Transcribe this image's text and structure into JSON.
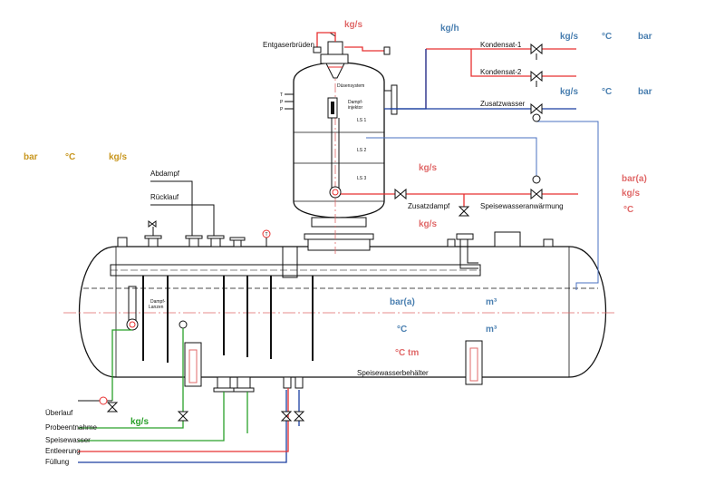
{
  "colors": {
    "steam": "#e83030",
    "feedwater": "#1a3fa0",
    "drain": "#2aa02a",
    "blue_unit": "#4a7fb0",
    "red_unit": "#e06868",
    "orange_unit": "#c8961e",
    "control": "#4a70c0",
    "line": "#111111"
  },
  "labels": {
    "entgaserbruden": "Entgaserbrüden",
    "kondensat1": "Kondensat-1",
    "kondensat2": "Kondensat-2",
    "zusatzwasser": "Zusatzwasser",
    "abdampf": "Abdampf",
    "rucklauf": "Rücklauf",
    "zusatzdampf": "Zusatzdampf",
    "speisewasseranwarmung": "Speisewasseranwärmung",
    "speisewasserbehalter": "Speisewasserbehälter",
    "uberlauf": "Überlauf",
    "probeentnahme": "Probeentnahme",
    "speisewasser": "Speisewasser",
    "entleerung": "Entleerung",
    "fullung": "Füllung",
    "dusensystem": "Düsensystem",
    "dampf_injektor_1": "Dampf-",
    "dampf_injektor_2": "injektor",
    "dampf_lanzen_1": "Dampf-",
    "dampf_lanzen_2": "Lanzen",
    "ls1": "LS 1",
    "ls2": "LS 2",
    "ls3": "LS 3",
    "t_mark": "T",
    "p_mark": "P",
    "p_mark2": "P",
    "t_gauge": "T"
  },
  "units": {
    "top_kgs": "kg/s",
    "top_kgh": "kg/h",
    "kond_kgs": "kg/s",
    "kond_c": "°C",
    "kond_bar": "bar",
    "zus_kgs": "kg/s",
    "zus_c": "°C",
    "zus_bar": "bar",
    "left_bar": "bar",
    "left_c": "°C",
    "left_kgs": "kg/s",
    "mid_kgs": "kg/s",
    "mid_kgs2": "kg/s",
    "right_bara": "bar(a)",
    "right_kgs": "kg/s",
    "right_c": "°C",
    "tank_bara": "bar(a)",
    "tank_m3": "m³",
    "tank_c": "°C",
    "tank_m3b": "m³",
    "tank_ctm": "°C tm",
    "bottom_kgs": "kg/s"
  }
}
